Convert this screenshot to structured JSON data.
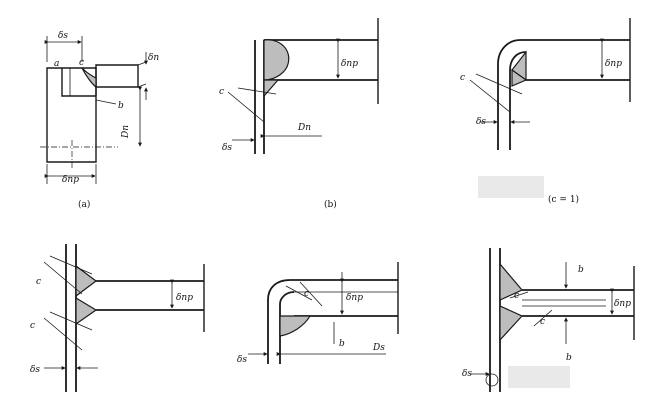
{
  "labels": {
    "delta_s": "δs",
    "delta_n": "δn",
    "delta_np": "δnp",
    "delta_ns": "δnp",
    "D_n": "Dn",
    "D_s": "Ds",
    "a": "a",
    "b": "b",
    "c": "c"
  },
  "captions": {
    "a": "(a)",
    "b": "(b)",
    "c": "(c = 1)"
  },
  "colors": {
    "line": "#1a1a1a",
    "weld": "#bdbdbd",
    "background": "#ffffff"
  }
}
